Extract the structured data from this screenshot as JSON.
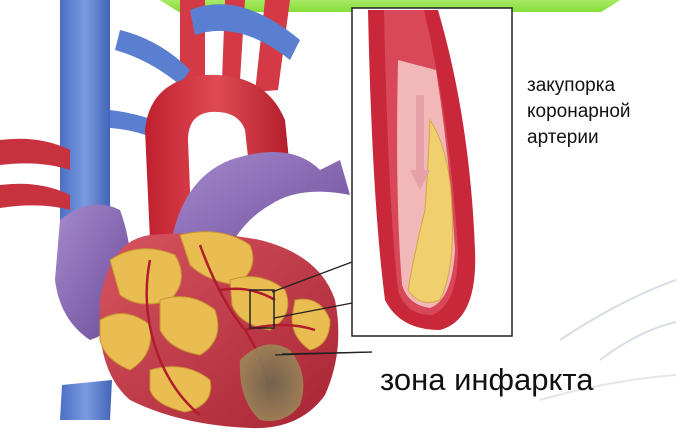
{
  "labels": {
    "blockage": [
      "закупорка",
      "коронарной",
      "артерии"
    ],
    "infarct_zone": "зона инфаркта"
  },
  "colors": {
    "artery_red": "#c8283a",
    "vein_blue": "#5a7fd0",
    "vein_purple": "#8a5aa8",
    "heart_muscle": "#c23a48",
    "fat_yellow": "#e6b94a",
    "plaque": "#f0cf6e",
    "banner_green": "#96e24a"
  }
}
